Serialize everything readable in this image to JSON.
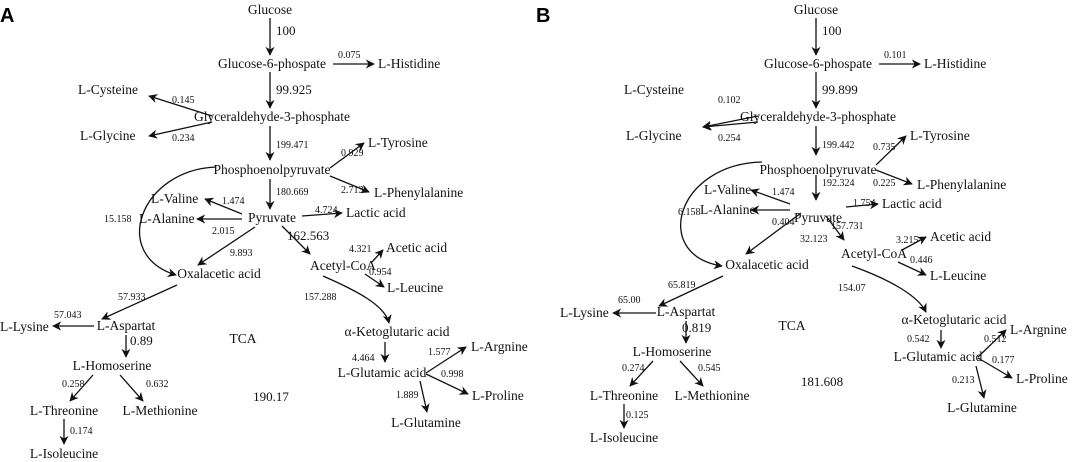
{
  "panels": [
    {
      "label": "A",
      "nodes": {
        "glucose": "Glucose",
        "g6p": "Glucose-6-phospate",
        "histidine": "L-Histidine",
        "cysteine": "L-Cysteine",
        "gap": "Glyceraldehyde-3-phosphate",
        "glycine": "L-Glycine",
        "tyrosine": "L-Tyrosine",
        "pep": "Phosphoenolpyruvate",
        "phenylalanine": "L-Phenylalanine",
        "valine": "L-Valine",
        "alanine": "L-Alanine",
        "pyruvate": "Pyruvate",
        "lactic": "Lactic acid",
        "acetic": "Acetic acid",
        "acetylcoa": "Acetyl-CoA",
        "oxalacetic": "Oxalacetic acid",
        "leucine": "L-Leucine",
        "lysine": "L-Lysine",
        "aspartat": "L-Aspartat",
        "tca": "TCA",
        "akg": "α-Ketoglutaric acid",
        "argnine": "L-Argnine",
        "homoserine": "L-Homoserine",
        "glutamic": "L-Glutamic acid",
        "proline": "L-Proline",
        "threonine": "L-Threonine",
        "methionine": "L-Methionine",
        "glutamine": "L-Glutamine",
        "isoleucine": "L-Isoleucine"
      },
      "fluxes": {
        "glucose_g6p": "100",
        "g6p_histidine": "0.075",
        "g6p_gap": "99.925",
        "gap_cysteine": "0.145",
        "gap_glycine": "0.234",
        "gap_pep": "199.471",
        "pep_tyrosine": "0.929",
        "pep_phenylalanine": "2.713",
        "pep_pyruvate": "180.669",
        "pep_oxalacetic": "15.158",
        "pyr_valine": "1.474",
        "pyr_alanine": "2.015",
        "pyr_lactic": "4.724",
        "pyr_acetylcoa": "162.563",
        "pyr_oxalacetic": "9.893",
        "acetyl_acetic": "4.321",
        "acetyl_leucine": "0.954",
        "acetyl_akg": "157.288",
        "oxal_aspartat": "57.933",
        "asp_lysine": "57.043",
        "asp_homoserine": "0.89",
        "akg_glutamic": "4.464",
        "glu_argnine": "1.577",
        "glu_proline": "0.998",
        "glu_glutamine": "1.889",
        "hom_threonine": "0.258",
        "hom_methionine": "0.632",
        "thr_isoleucine": "0.174",
        "tca": "190.17"
      }
    },
    {
      "label": "B",
      "nodes": {
        "glucose": "Glucose",
        "g6p": "Glucose-6-phospate",
        "histidine": "L-Histidine",
        "cysteine": "L-Cysteine",
        "gap": "Glyceraldehyde-3-phosphate",
        "glycine": "L-Glycine",
        "tyrosine": "L-Tyrosine",
        "pep": "Phosphoenolpyruvate",
        "phenylalanine": "L-Phenylalanine",
        "valine": "L-Valine",
        "alanine": "L-Alanine",
        "pyruvate": "Pyruvate",
        "lactic": "Lactic acid",
        "acetic": "Acetic acid",
        "acetylcoa": "Acetyl-CoA",
        "oxalacetic": "Oxalacetic acid",
        "leucine": "L-Leucine",
        "lysine": "L-Lysine",
        "aspartat": "L-Aspartat",
        "tca": "TCA",
        "akg": "α-Ketoglutaric acid",
        "argnine": "L-Argnine",
        "homoserine": "L-Homoserine",
        "glutamic": "L-Glutamic acid",
        "proline": "L-Proline",
        "threonine": "L-Threonine",
        "methionine": "L-Methionine",
        "glutamine": "L-Glutamine",
        "isoleucine": "L-Isoleucine"
      },
      "fluxes": {
        "glucose_g6p": "100",
        "g6p_histidine": "0.101",
        "g6p_gap": "99.899",
        "gap_cysteine": "0.102",
        "gap_glycine": "0.254",
        "gap_pep": "199.442",
        "pep_tyrosine": "0.735",
        "pep_phenylalanine": "0.225",
        "pep_pyruvate": "192.324",
        "pep_oxalacetic": "6.158",
        "pyr_valine": "1.474",
        "pyr_alanine": "0.404",
        "pyr_lactic": "1.754",
        "pyr_acetylcoa": "157.731",
        "pyr_oxalacetic": "32.123",
        "acetyl_acetic": "3.215",
        "acetyl_leucine": "0.446",
        "acetyl_akg": "154.07",
        "oxal_aspartat": "65.819",
        "asp_lysine": "65.00",
        "asp_homoserine": "0.819",
        "akg_glutamic": "0.542",
        "glu_argnine": "0.512",
        "glu_proline": "0.177",
        "glu_glutamine": "0.213",
        "hom_threonine": "0.274",
        "hom_methionine": "0.545",
        "thr_isoleucine": "0.125",
        "tca": "181.608"
      }
    }
  ]
}
